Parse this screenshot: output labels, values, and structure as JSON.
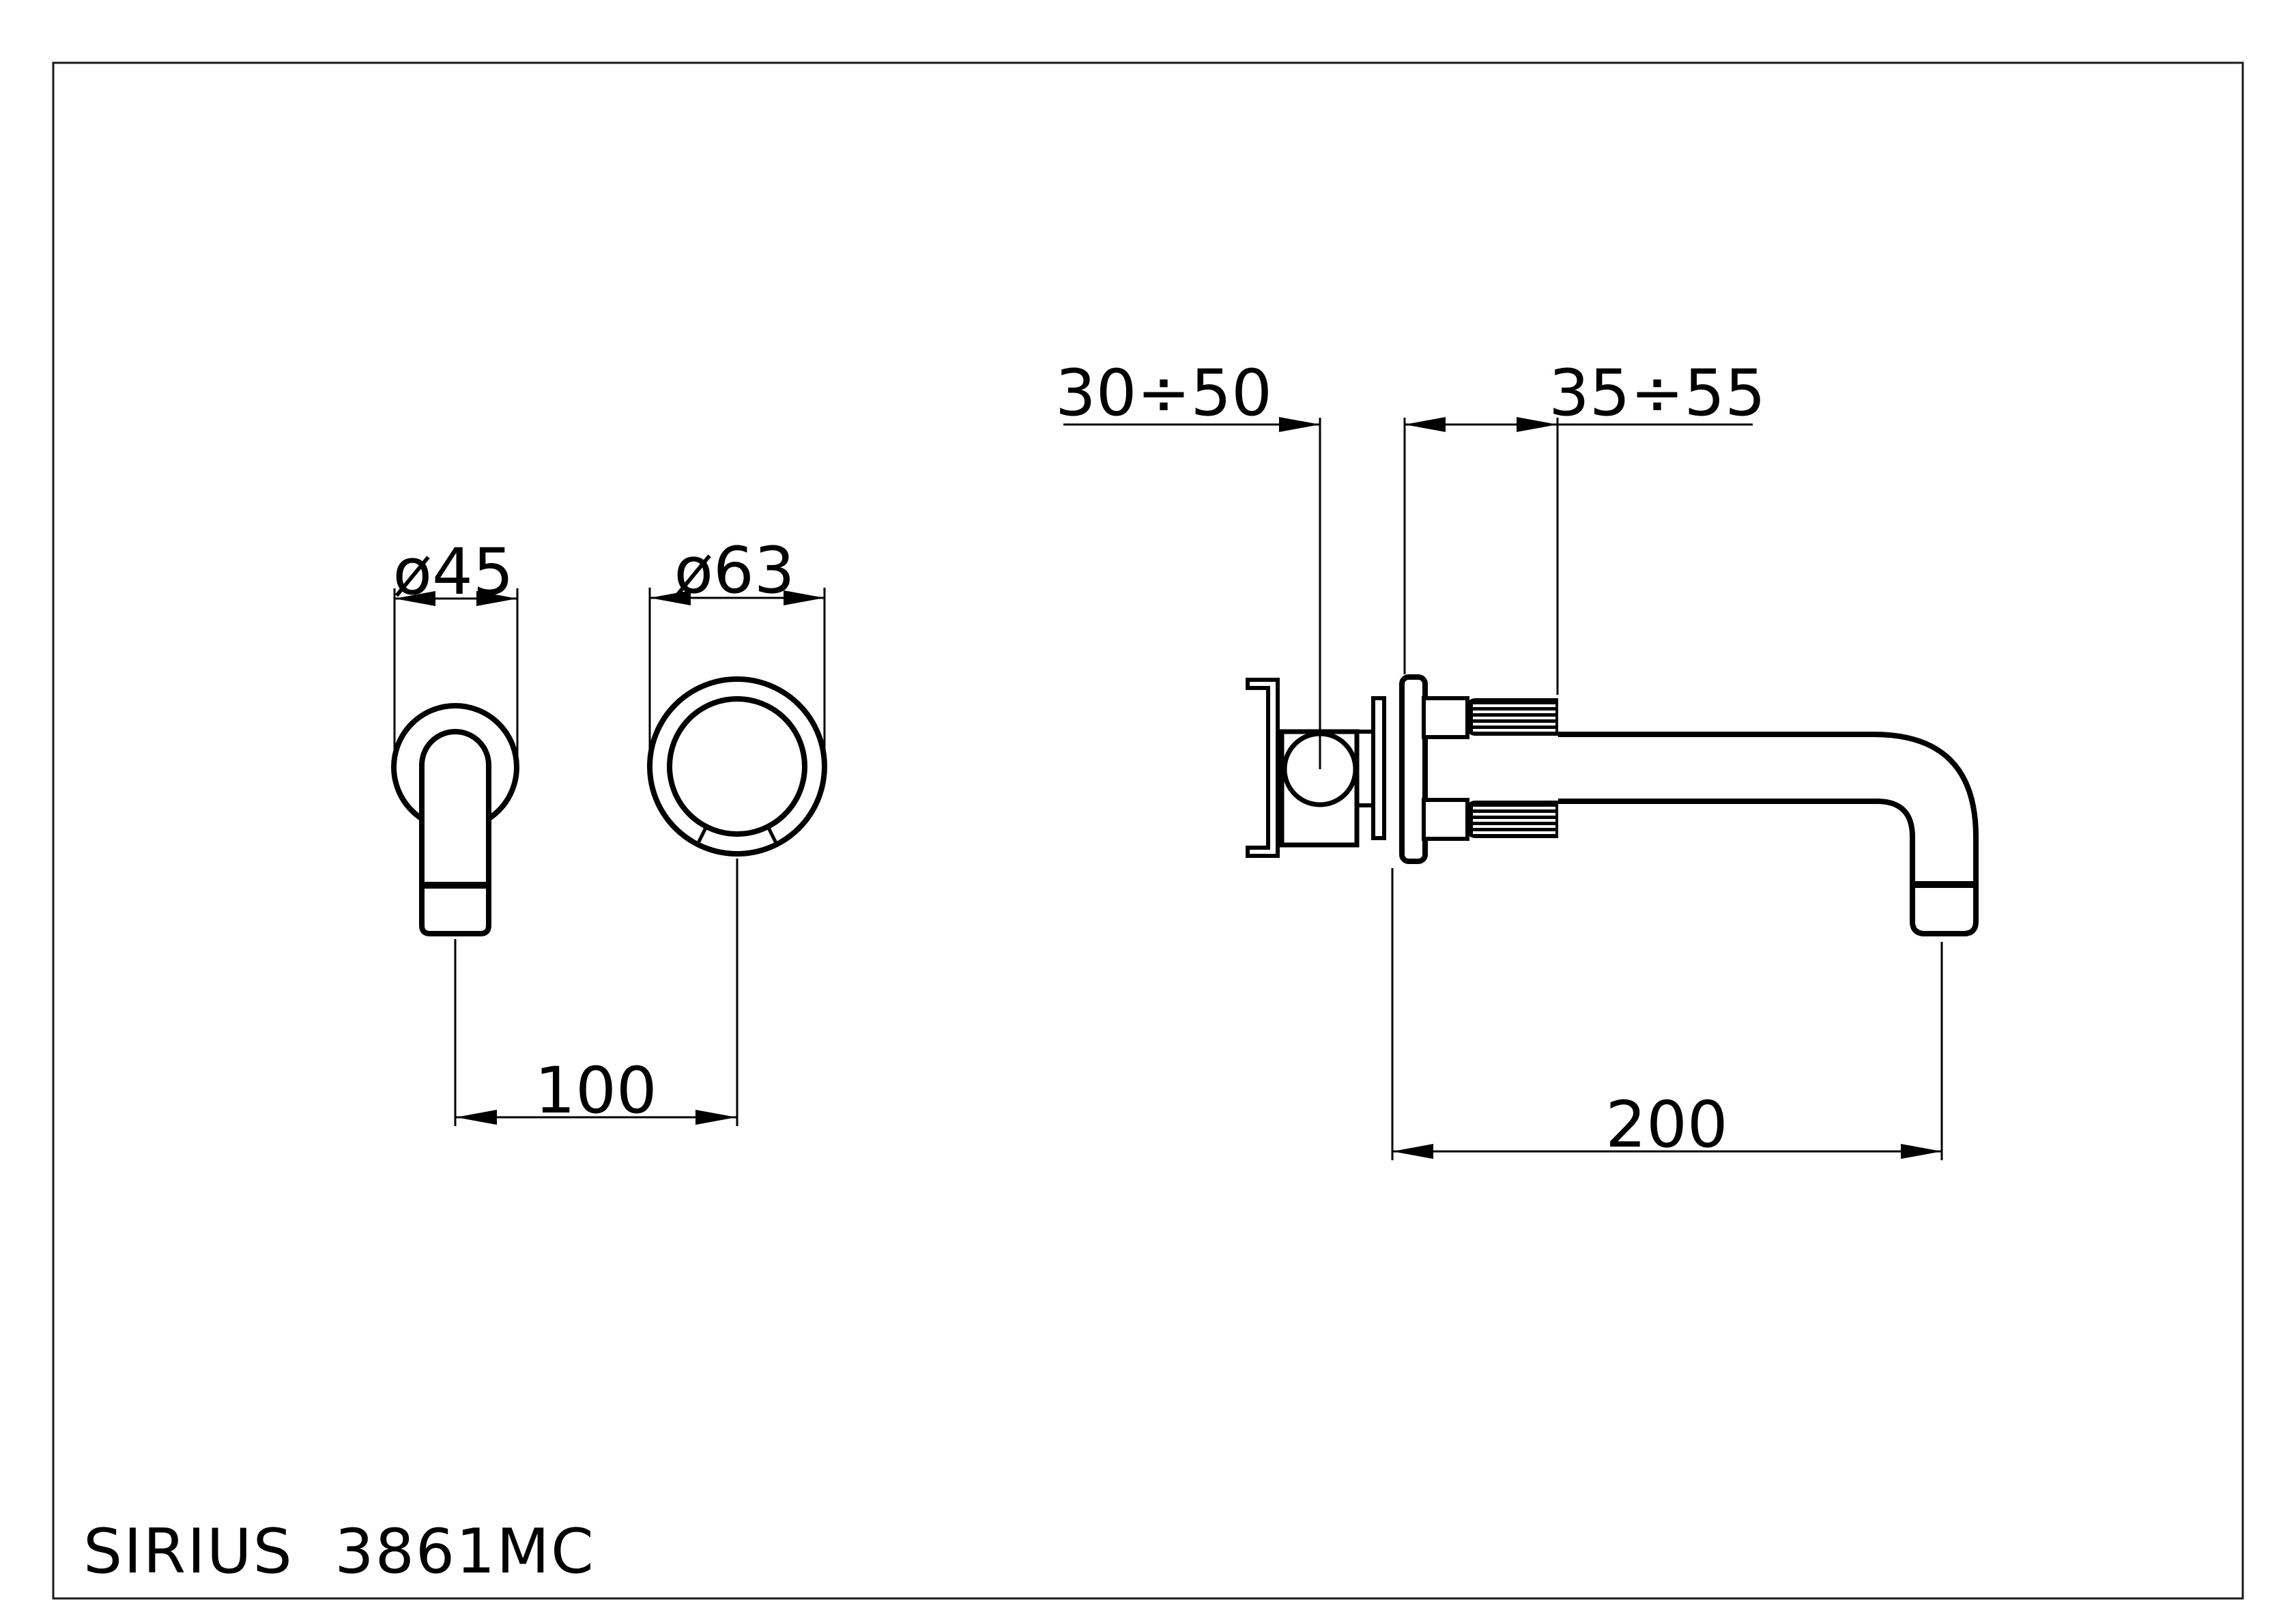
{
  "sheet": {
    "title": "SIRIUS 3861MC",
    "background_color": "#ffffff",
    "line_color": "#000000",
    "border_color": "#1a1a1a"
  },
  "views": {
    "front_view": "wall plate front view (spout outlet and handle)",
    "side_view": "side section view (valve body, wall flange, locking nuts, spout)"
  },
  "dims": {
    "spout_flange_diameter": {
      "label": "ø45"
    },
    "handle_flange_diameter": {
      "label": "ø63"
    },
    "center_distance": {
      "label": "100"
    },
    "wall_to_valve_depth": {
      "label": "30÷50"
    },
    "flange_to_nut_depth": {
      "label": "35÷55"
    },
    "spout_reach": {
      "label": "200"
    }
  }
}
